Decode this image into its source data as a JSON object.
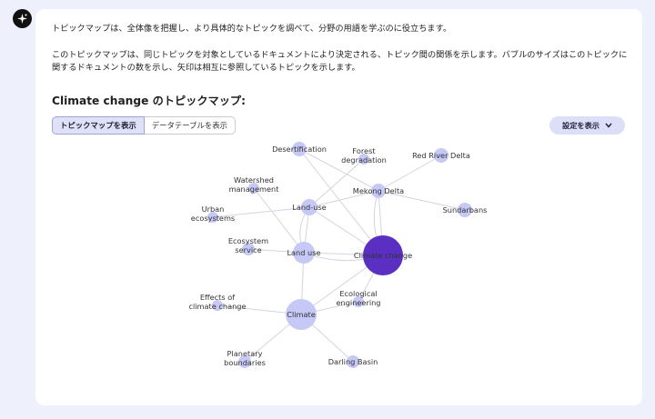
{
  "intro": {
    "line1": "トピックマップは、全体像を把握し、より具体的なトピックを調べて、分野の用語を学ぶのに役立ちます。",
    "line2": "このトピックマップは、同じトピックを対象としているドキュメントにより決定される、トピック間の関係を示します。バブルのサイズはこのトピックに関するドキュメントの数を示し、矢印は相互に参照しているトピックを示します。"
  },
  "heading": "Climate change のトピックマップ:",
  "view_toggle": {
    "map_label": "トピックマップを表示",
    "table_label": "データテーブルを表示"
  },
  "settings_label": "設定を表示",
  "colors": {
    "main_node": "#5a2fc2",
    "node": "#c6c8f6",
    "edge": "#d3d5df",
    "toggle_active_bg": "#dfe1f7",
    "settings_bg": "#dcdff7"
  },
  "graph": {
    "nodes": [
      {
        "id": "climate-change",
        "lines": [
          "Climate change"
        ],
        "main": true
      },
      {
        "id": "climate",
        "lines": [
          "Climate"
        ]
      },
      {
        "id": "land-use-1",
        "lines": [
          "Land use"
        ]
      },
      {
        "id": "land-use-2",
        "lines": [
          "Land-use"
        ]
      },
      {
        "id": "mekong-delta",
        "lines": [
          "Mekong Delta"
        ]
      },
      {
        "id": "desertification",
        "lines": [
          "Desertification"
        ]
      },
      {
        "id": "forest-degradation",
        "lines": [
          "Forest",
          "degradation"
        ]
      },
      {
        "id": "red-river-delta",
        "lines": [
          "Red River Delta"
        ]
      },
      {
        "id": "sundarbans",
        "lines": [
          "Sundarbans"
        ]
      },
      {
        "id": "watershed-management",
        "lines": [
          "Watershed",
          "management"
        ]
      },
      {
        "id": "urban-ecosystems",
        "lines": [
          "Urban",
          "ecosystems"
        ]
      },
      {
        "id": "ecosystem-service",
        "lines": [
          "Ecosystem",
          "service"
        ]
      },
      {
        "id": "ecological-engineering",
        "lines": [
          "Ecological",
          "engineering"
        ]
      },
      {
        "id": "effects-of-climate-change",
        "lines": [
          "Effects of",
          "climate change"
        ]
      },
      {
        "id": "planetary-boundaries",
        "lines": [
          "Planetary",
          "boundaries"
        ]
      },
      {
        "id": "darling-basin",
        "lines": [
          "Darling Basin"
        ]
      }
    ],
    "edges": [
      [
        "climate-change",
        "land-use-1"
      ],
      [
        "climate-change",
        "land-use-2"
      ],
      [
        "climate-change",
        "climate"
      ],
      [
        "climate-change",
        "mekong-delta"
      ],
      [
        "climate-change",
        "desertification"
      ],
      [
        "climate-change",
        "ecological-engineering"
      ],
      [
        "land-use-1",
        "land-use-2"
      ],
      [
        "land-use-1",
        "ecosystem-service"
      ],
      [
        "land-use-1",
        "watershed-management"
      ],
      [
        "land-use-2",
        "urban-ecosystems"
      ],
      [
        "land-use-2",
        "mekong-delta"
      ],
      [
        "land-use-2",
        "forest-degradation"
      ],
      [
        "mekong-delta",
        "red-river-delta"
      ],
      [
        "mekong-delta",
        "sundarbans"
      ],
      [
        "desertification",
        "mekong-delta"
      ],
      [
        "climate",
        "effects-of-climate-change"
      ],
      [
        "climate",
        "planetary-boundaries"
      ],
      [
        "climate",
        "darling-basin"
      ],
      [
        "climate",
        "land-use-1"
      ],
      [
        "climate",
        "ecological-engineering"
      ]
    ]
  }
}
